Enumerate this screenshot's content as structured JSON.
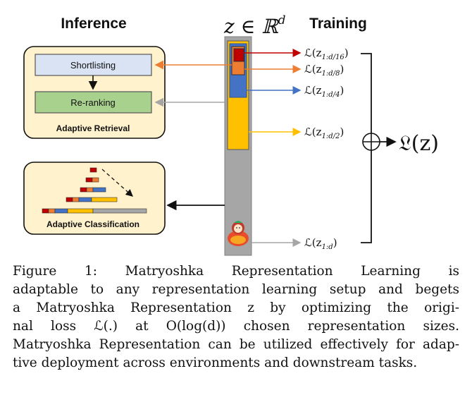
{
  "figure": {
    "inference_title": "Inference",
    "training_title": "Training",
    "z_label": "z ∈ ℝ",
    "z_label_sup": "d",
    "total_loss": "𝔏(z)",
    "retrieval_panel": {
      "shortlisting": "Shortlisting",
      "reranking": "Re-ranking",
      "label": "Adaptive Retrieval"
    },
    "classification_panel": {
      "label": "Adaptive Classification"
    },
    "losses": [
      {
        "text": "ℒ(z",
        "sub": "1:d/16",
        "close": ")",
        "color": "#c00000"
      },
      {
        "text": "ℒ(z",
        "sub": "1:d/8",
        "close": ")",
        "color": "#ed7d31"
      },
      {
        "text": "ℒ(z",
        "sub": "1:d/4",
        "close": ")",
        "color": "#4472c4"
      },
      {
        "text": "ℒ(z",
        "sub": "1:d/2",
        "close": ")",
        "color": "#ffc000"
      },
      {
        "text": "ℒ(z",
        "sub": "1:d",
        "close": ")",
        "color": "#a6a6a6"
      }
    ],
    "colors": {
      "red": "#c00000",
      "orange": "#ed7d31",
      "blue": "#4472c4",
      "yellow": "#ffc000",
      "gray": "#a6a6a6",
      "panel_fill": "#fff2cc",
      "shortlist_fill": "#dae3f3",
      "rerank_fill": "#a9d18e"
    }
  },
  "caption": {
    "lines": [
      "Figure 1: Matryoshka Representation Learning is",
      "adaptable to any representation learning setup and begets",
      "a Matryoshka Representation z by optimizing the origi-",
      "nal loss ℒ(.) at O(log(d)) chosen representation sizes.",
      "Matryoshka Representation can be utilized effectively for adap-",
      "tive deployment across environments and downstream tasks."
    ]
  }
}
